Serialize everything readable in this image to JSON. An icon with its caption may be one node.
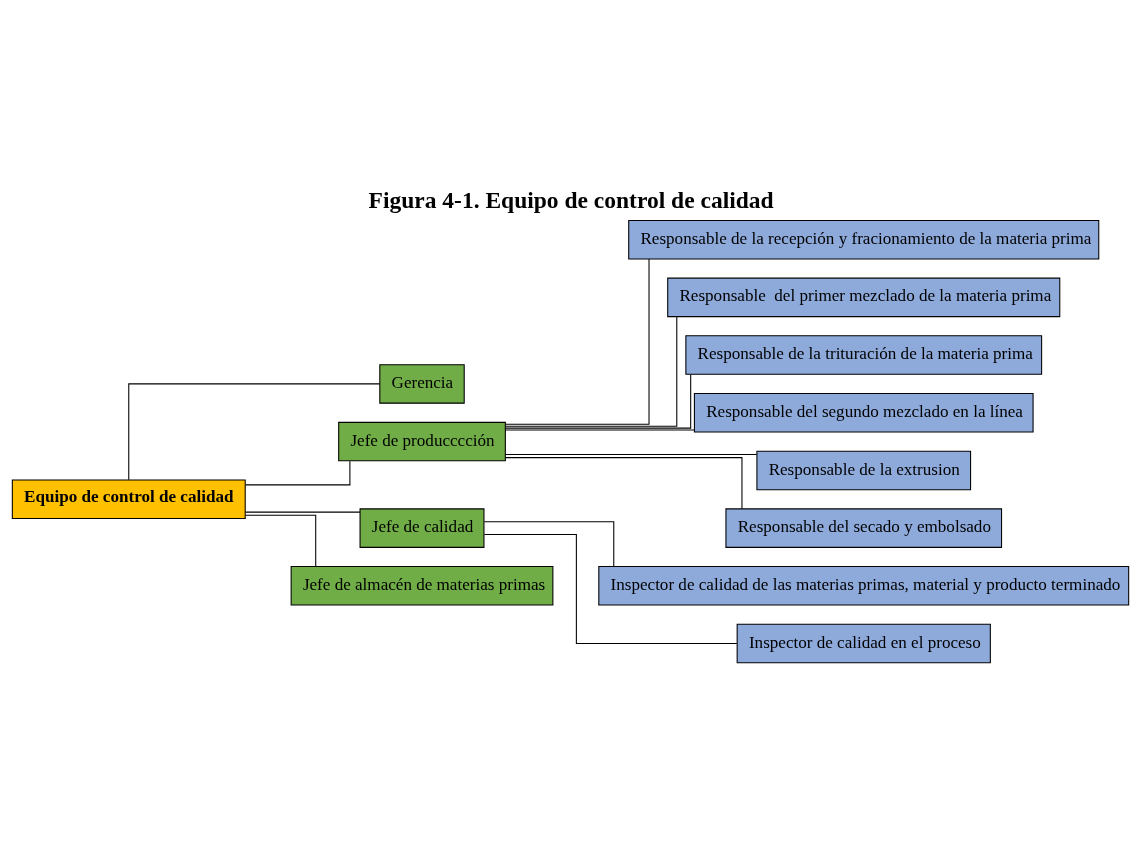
{
  "diagram": {
    "title": "Figura 4-1. Equipo de control de calidad",
    "nodes": [
      {
        "text": [
          "Equipo de control de calidad"
        ]
      },
      {
        "text": [
          "Gerencia"
        ]
      },
      {
        "text": [
          "Jefe de producccción"
        ]
      },
      {
        "text": [
          "Jefe de calidad"
        ]
      },
      {
        "text": [
          "Jefe de almacén de materias primas"
        ]
      },
      {
        "text": [
          "Responsable de la recepción y fracionamiento de la materia prima"
        ]
      },
      {
        "text": [
          "Responsable  del primer mezclado de la materia prima"
        ]
      },
      {
        "text": [
          "Responsable de la trituración de la materia prima"
        ]
      },
      {
        "text": [
          "Responsable del segundo mezclado en la línea"
        ]
      },
      {
        "text": [
          "Responsable de la extrusion"
        ]
      },
      {
        "text": [
          "Responsable del secado y embolsado"
        ]
      },
      {
        "text": [
          "Inspector de calidad de las materias primas, material y producto terminado"
        ]
      },
      {
        "text": [
          "Inspector de calidad en el proceso"
        ]
      }
    ],
    "edges": [
      {
        "from": 0,
        "to": 1,
        "arrow": "none"
      },
      {
        "from": 0,
        "to": 2,
        "arrow": "none"
      },
      {
        "from": 0,
        "to": 3,
        "arrow": "none"
      },
      {
        "from": 0,
        "to": 4,
        "arrow": "none"
      },
      {
        "from": 2,
        "to": 5,
        "arrow": "none"
      },
      {
        "from": 2,
        "to": 6,
        "arrow": "none"
      },
      {
        "from": 2,
        "to": 7,
        "arrow": "none"
      },
      {
        "from": 2,
        "to": 8,
        "arrow": "none"
      },
      {
        "from": 2,
        "to": 9,
        "arrow": "none"
      },
      {
        "from": 2,
        "to": 10,
        "arrow": "none"
      },
      {
        "from": 3,
        "to": 11,
        "arrow": "none"
      },
      {
        "from": 3,
        "to": 12,
        "arrow": "none"
      }
    ]
  }
}
